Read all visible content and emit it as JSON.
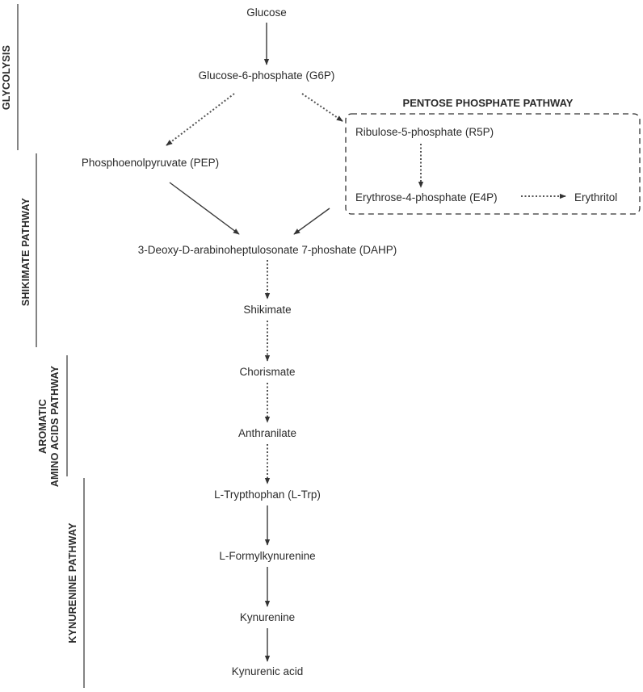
{
  "sections": {
    "glycolysis": "GLYCOLYSIS",
    "shikimate": "SHIKIMATE PATHWAY",
    "aromatic_line1": "AROMATIC",
    "aromatic_line2": "AMINO ACIDS PATHWAY",
    "kynurenine": "KYNURENINE PATHWAY"
  },
  "ppp_title": "PENTOSE PHOSPHATE PATHWAY",
  "nodes": {
    "glucose": "Glucose",
    "g6p": "Glucose-6-phosphate (G6P)",
    "pep": "Phosphoenolpyruvate (PEP)",
    "r5p": "Ribulose-5-phosphate (R5P)",
    "e4p": "Erythrose-4-phosphate (E4P)",
    "erythritol": "Erythritol",
    "dahp": "3-Deoxy-D-arabinoheptulosonate 7-phoshate (DAHP)",
    "shikimate": "Shikimate",
    "chorismate": "Chorismate",
    "anthranilate": "Anthranilate",
    "ltrp": "L-Trypthophan (L-Trp)",
    "lformyl": "L-Formylkynurenine",
    "kynurenine": "Kynurenine",
    "kynurenic": "Kynurenic acid"
  },
  "colors": {
    "text": "#2b2b2b",
    "line": "#3a3a3a",
    "dotted": "#555555"
  }
}
